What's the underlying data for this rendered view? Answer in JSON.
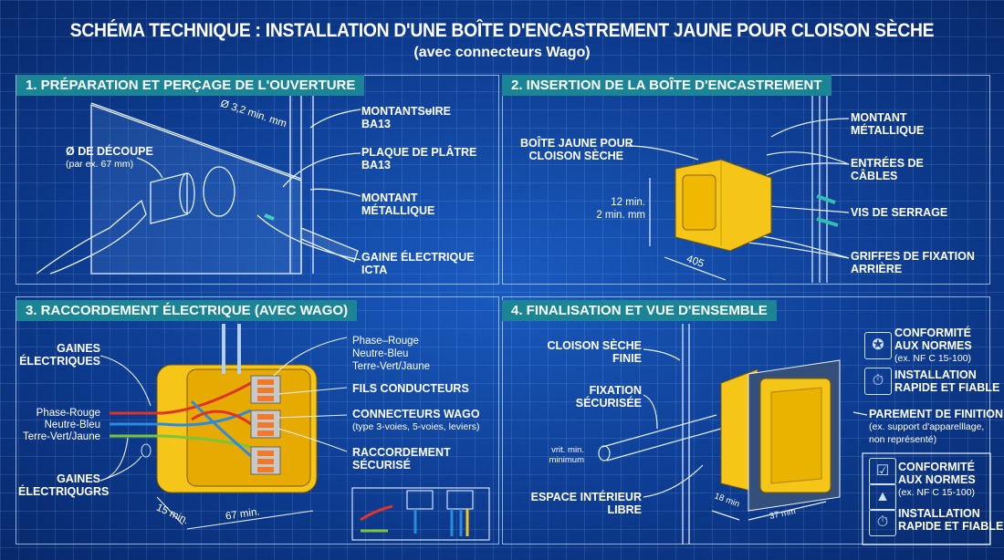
{
  "header": {
    "title": "SCHÉMA TECHNIQUE : INSTALLATION D'UNE BOÎTE D'ENCASTREMENT JAUNE POUR CLOISON SÈCHE",
    "subtitle": "(avec connecteurs Wago)"
  },
  "panels": [
    {
      "title": "1. PRÉPARATION ET PERÇAGE DE L'OUVERTURE",
      "labels": {
        "cut_diameter": "Ø DE DÉCOUPE",
        "cut_example": "(par ex. 67 mm)",
        "dimension": "Ø 3,2 min. mm",
        "stud_top_1": "MONTANTSᵾIRE",
        "stud_top_2": "BA13",
        "plaster_1": "PLAQUE DE PLÂTRE",
        "plaster_2": "BA13",
        "metal_stud_1": "MONTANT",
        "metal_stud_2": "MÉTALLIQUE",
        "conduit_1": "GAINE ÉLECTRIQUE",
        "conduit_2": "ICTA"
      }
    },
    {
      "title": "2. INSERTION DE LA BOÎTE D'ENCASTREMENT",
      "labels": {
        "box_1": "BOÎTE JAUNE POUR",
        "box_2": "CLOISON SÈCHE",
        "metal_stud_1": "MONTANT",
        "metal_stud_2": "MÉTALLIQUE",
        "entries_1": "ENTRÉES DE",
        "entries_2": "CÂBLES",
        "screws": "VIS DE SERRAGE",
        "claws_1": "GRIFFES DE FIXATION",
        "claws_2": "ARRIÈRE",
        "dim_1": "12 min.",
        "dim_2": "2 min. mm",
        "width": "405"
      }
    },
    {
      "title": "3. RACCORDEMENT ÉLECTRIQUE (AVEC WAGO)",
      "labels": {
        "sheaths_top_1": "GAINES",
        "sheaths_top_2": "ÉLECTRIQUES",
        "phase": "Phase-Rouge",
        "neutral": "Neutre-Bleu",
        "earth": "Terre-Vert/Jaune",
        "sheaths_bottom_1": "GAINES",
        "sheaths_bottom_2": "ÉLECTRIQUGRS",
        "legend_1": "Phase–Rouge",
        "legend_2": "Neutre-Bleu",
        "legend_3": "Terre-Vert/Jaune",
        "conductors": "FILS CONDUCTEURS",
        "wago": "CONNECTEURS WAGO",
        "wago_types": "(type 3-voies, 5-voies, leviers)",
        "secure_1": "RACCORDEMENT",
        "secure_2": "SÉCURISÉ",
        "depth": "15 min.",
        "width": "67 min."
      }
    },
    {
      "title": "4. FINALISATION ET VUE D'ENSEMBLE",
      "labels": {
        "wall_1": "CLOISON SÈCHE",
        "wall_2": "FINIE",
        "fix_1": "FIXATION",
        "fix_2": "SÉCURISÉE",
        "min_1": "vrit. min.",
        "min_2": "minimum",
        "space_1": "ESPACE INTÉRIEUR",
        "space_2": "LIBRE",
        "depth": "18 min",
        "width": "37 mm",
        "norms_1": "CONFORMITÉ",
        "norms_2": "AUX NORMES",
        "norms_3": "(ex. NF C 15-100)",
        "install_1": "INSTALLATION",
        "install_2": "RAPIDE ET FIABLE",
        "finish_1": "PAREMENT DE FINITION",
        "finish_2": "(ex. support d'apparelllage,",
        "finish_3": "non représenté)",
        "box_norms_1": "CONFORMITÉ",
        "box_norms_2": "AUX NORMES",
        "box_norms_3": "(ex. NF C 15-100)",
        "box_install_1": "INSTALLATION",
        "box_install_2": "RAPIDE ET FIABLE"
      }
    }
  ],
  "colors": {
    "background": "#0c3b8c",
    "tab": "#1b8595",
    "box": "#f5c518",
    "phase": "#e0332a",
    "neutral": "#2a8be0",
    "earth": "#7cc43a"
  }
}
